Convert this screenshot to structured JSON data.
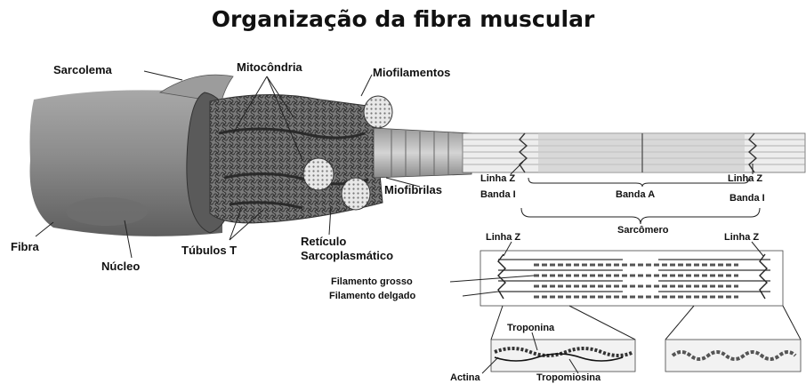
{
  "title": "Organização da fibra muscular",
  "labels": {
    "sarcolema": "Sarcolema",
    "mitocondria": "Mitocôndria",
    "miofilamentos": "Miofilamentos",
    "miofibrilas": "Miofibrilas",
    "fibra": "Fibra",
    "nucleo": "Núcleo",
    "tubulos_t": "Túbulos T",
    "reticulo_1": "Retículo",
    "reticulo_2": "Sarcoplasmático",
    "linha_z_left": "Linha Z",
    "linha_z_right": "Linha Z",
    "banda_i_left": "Banda I",
    "banda_a": "Banda A",
    "banda_i_right": "Banda I",
    "sarcomero": "Sarcômero",
    "linha_z_lower_left": "Linha Z",
    "linha_z_lower_right": "Linha Z",
    "filamento_grosso": "Filamento grosso",
    "filamento_delgado": "Filamento delgado",
    "troponina": "Troponina",
    "actina": "Actina",
    "tropomiosina": "Tropomiosina"
  },
  "colors": {
    "fiber": "#8a8a8a",
    "fiber_dark": "#5a5a5a",
    "fiber_light": "#bdbdbd",
    "line": "#333333",
    "text": "#111111"
  }
}
